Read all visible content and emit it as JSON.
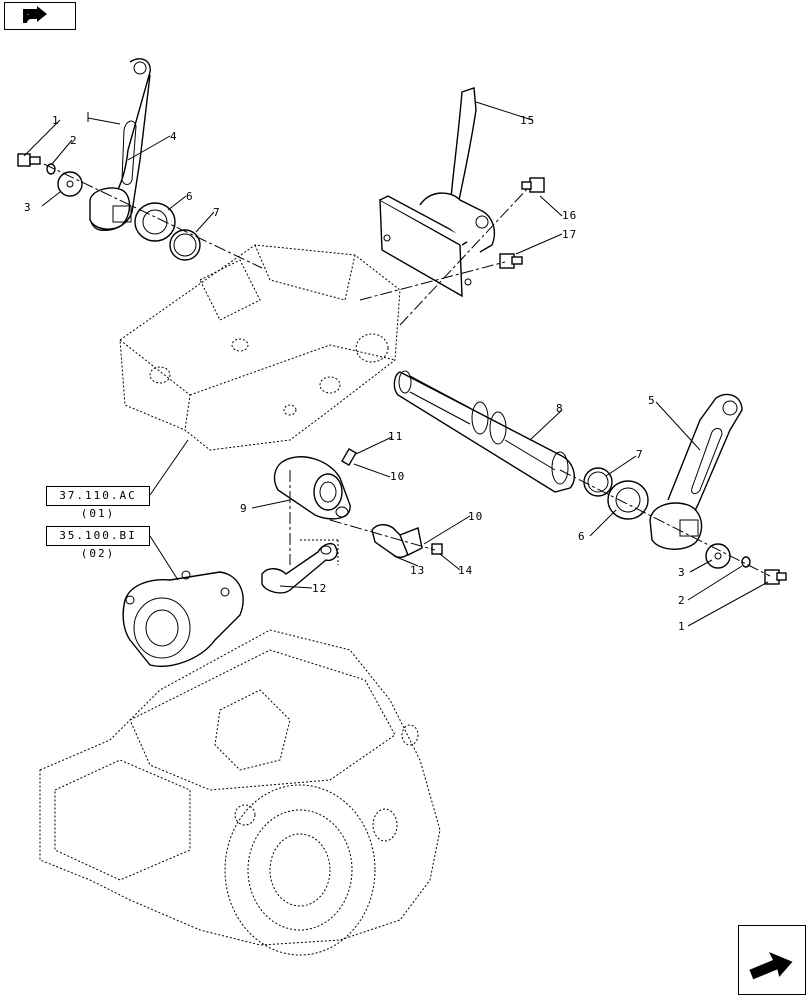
{
  "references": {
    "ref_a": "37.110.AC (01)",
    "ref_b": "35.100.BI (02)"
  },
  "nav": {
    "back_icon": "back-arrow-icon",
    "next_icon": "next-page-arrow-icon"
  },
  "callouts": [
    {
      "id": "c1a",
      "text": "1"
    },
    {
      "id": "c2a",
      "text": "2"
    },
    {
      "id": "c3a",
      "text": "3"
    },
    {
      "id": "c4",
      "text": "4"
    },
    {
      "id": "c6a",
      "text": "6"
    },
    {
      "id": "c7a",
      "text": "7"
    },
    {
      "id": "c15",
      "text": "15"
    },
    {
      "id": "c16",
      "text": "16"
    },
    {
      "id": "c17",
      "text": "17"
    },
    {
      "id": "c8",
      "text": "8"
    },
    {
      "id": "c5",
      "text": "5"
    },
    {
      "id": "c7b",
      "text": "7"
    },
    {
      "id": "c6b",
      "text": "6"
    },
    {
      "id": "c11",
      "text": "11"
    },
    {
      "id": "c10a",
      "text": "10"
    },
    {
      "id": "c9",
      "text": "9"
    },
    {
      "id": "c10b",
      "text": "10"
    },
    {
      "id": "c13",
      "text": "13"
    },
    {
      "id": "c14",
      "text": "14"
    },
    {
      "id": "c12",
      "text": "12"
    },
    {
      "id": "c3b",
      "text": "3"
    },
    {
      "id": "c2b",
      "text": "2"
    },
    {
      "id": "c1b",
      "text": "1"
    }
  ]
}
